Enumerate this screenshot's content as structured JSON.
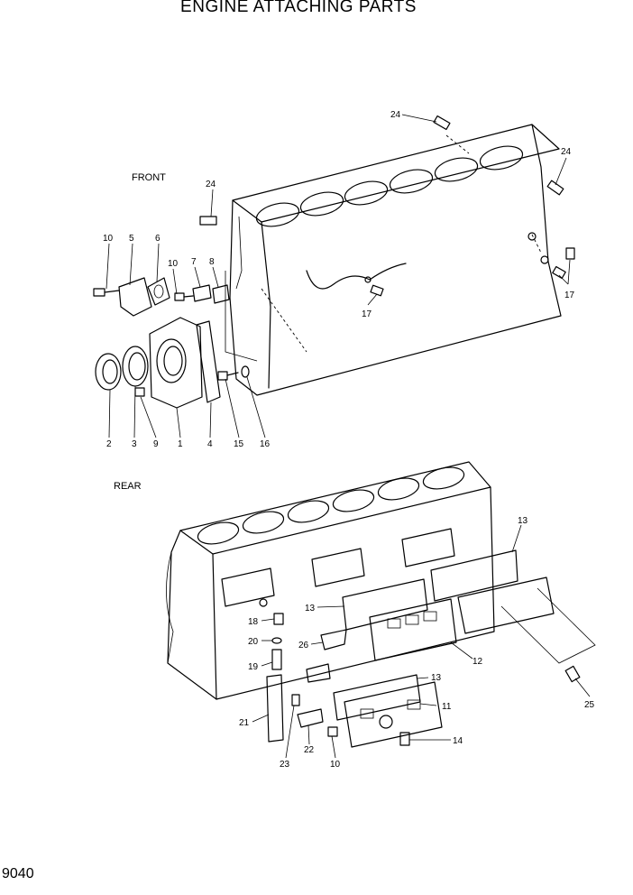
{
  "title": "ENGINE ATTACHING PARTS",
  "sections": {
    "front": "FRONT",
    "rear": "REAR"
  },
  "page_number": "9040",
  "callouts": {
    "c24a": "24",
    "c24b": "24",
    "c24c": "24",
    "c10a": "10",
    "c5": "5",
    "c6": "6",
    "c10b": "10",
    "c7": "7",
    "c8": "8",
    "c17a": "17",
    "c17b": "17",
    "c2": "2",
    "c3": "3",
    "c9": "9",
    "c1": "1",
    "c4": "4",
    "c15": "15",
    "c16": "16",
    "c13a": "13",
    "c13b": "13",
    "c13c": "13",
    "c12": "12",
    "c11": "11",
    "c18": "18",
    "c20": "20",
    "c19": "19",
    "c26": "26",
    "c21": "21",
    "c22": "22",
    "c23": "23",
    "c10c": "10",
    "c14": "14",
    "c25": "25"
  }
}
